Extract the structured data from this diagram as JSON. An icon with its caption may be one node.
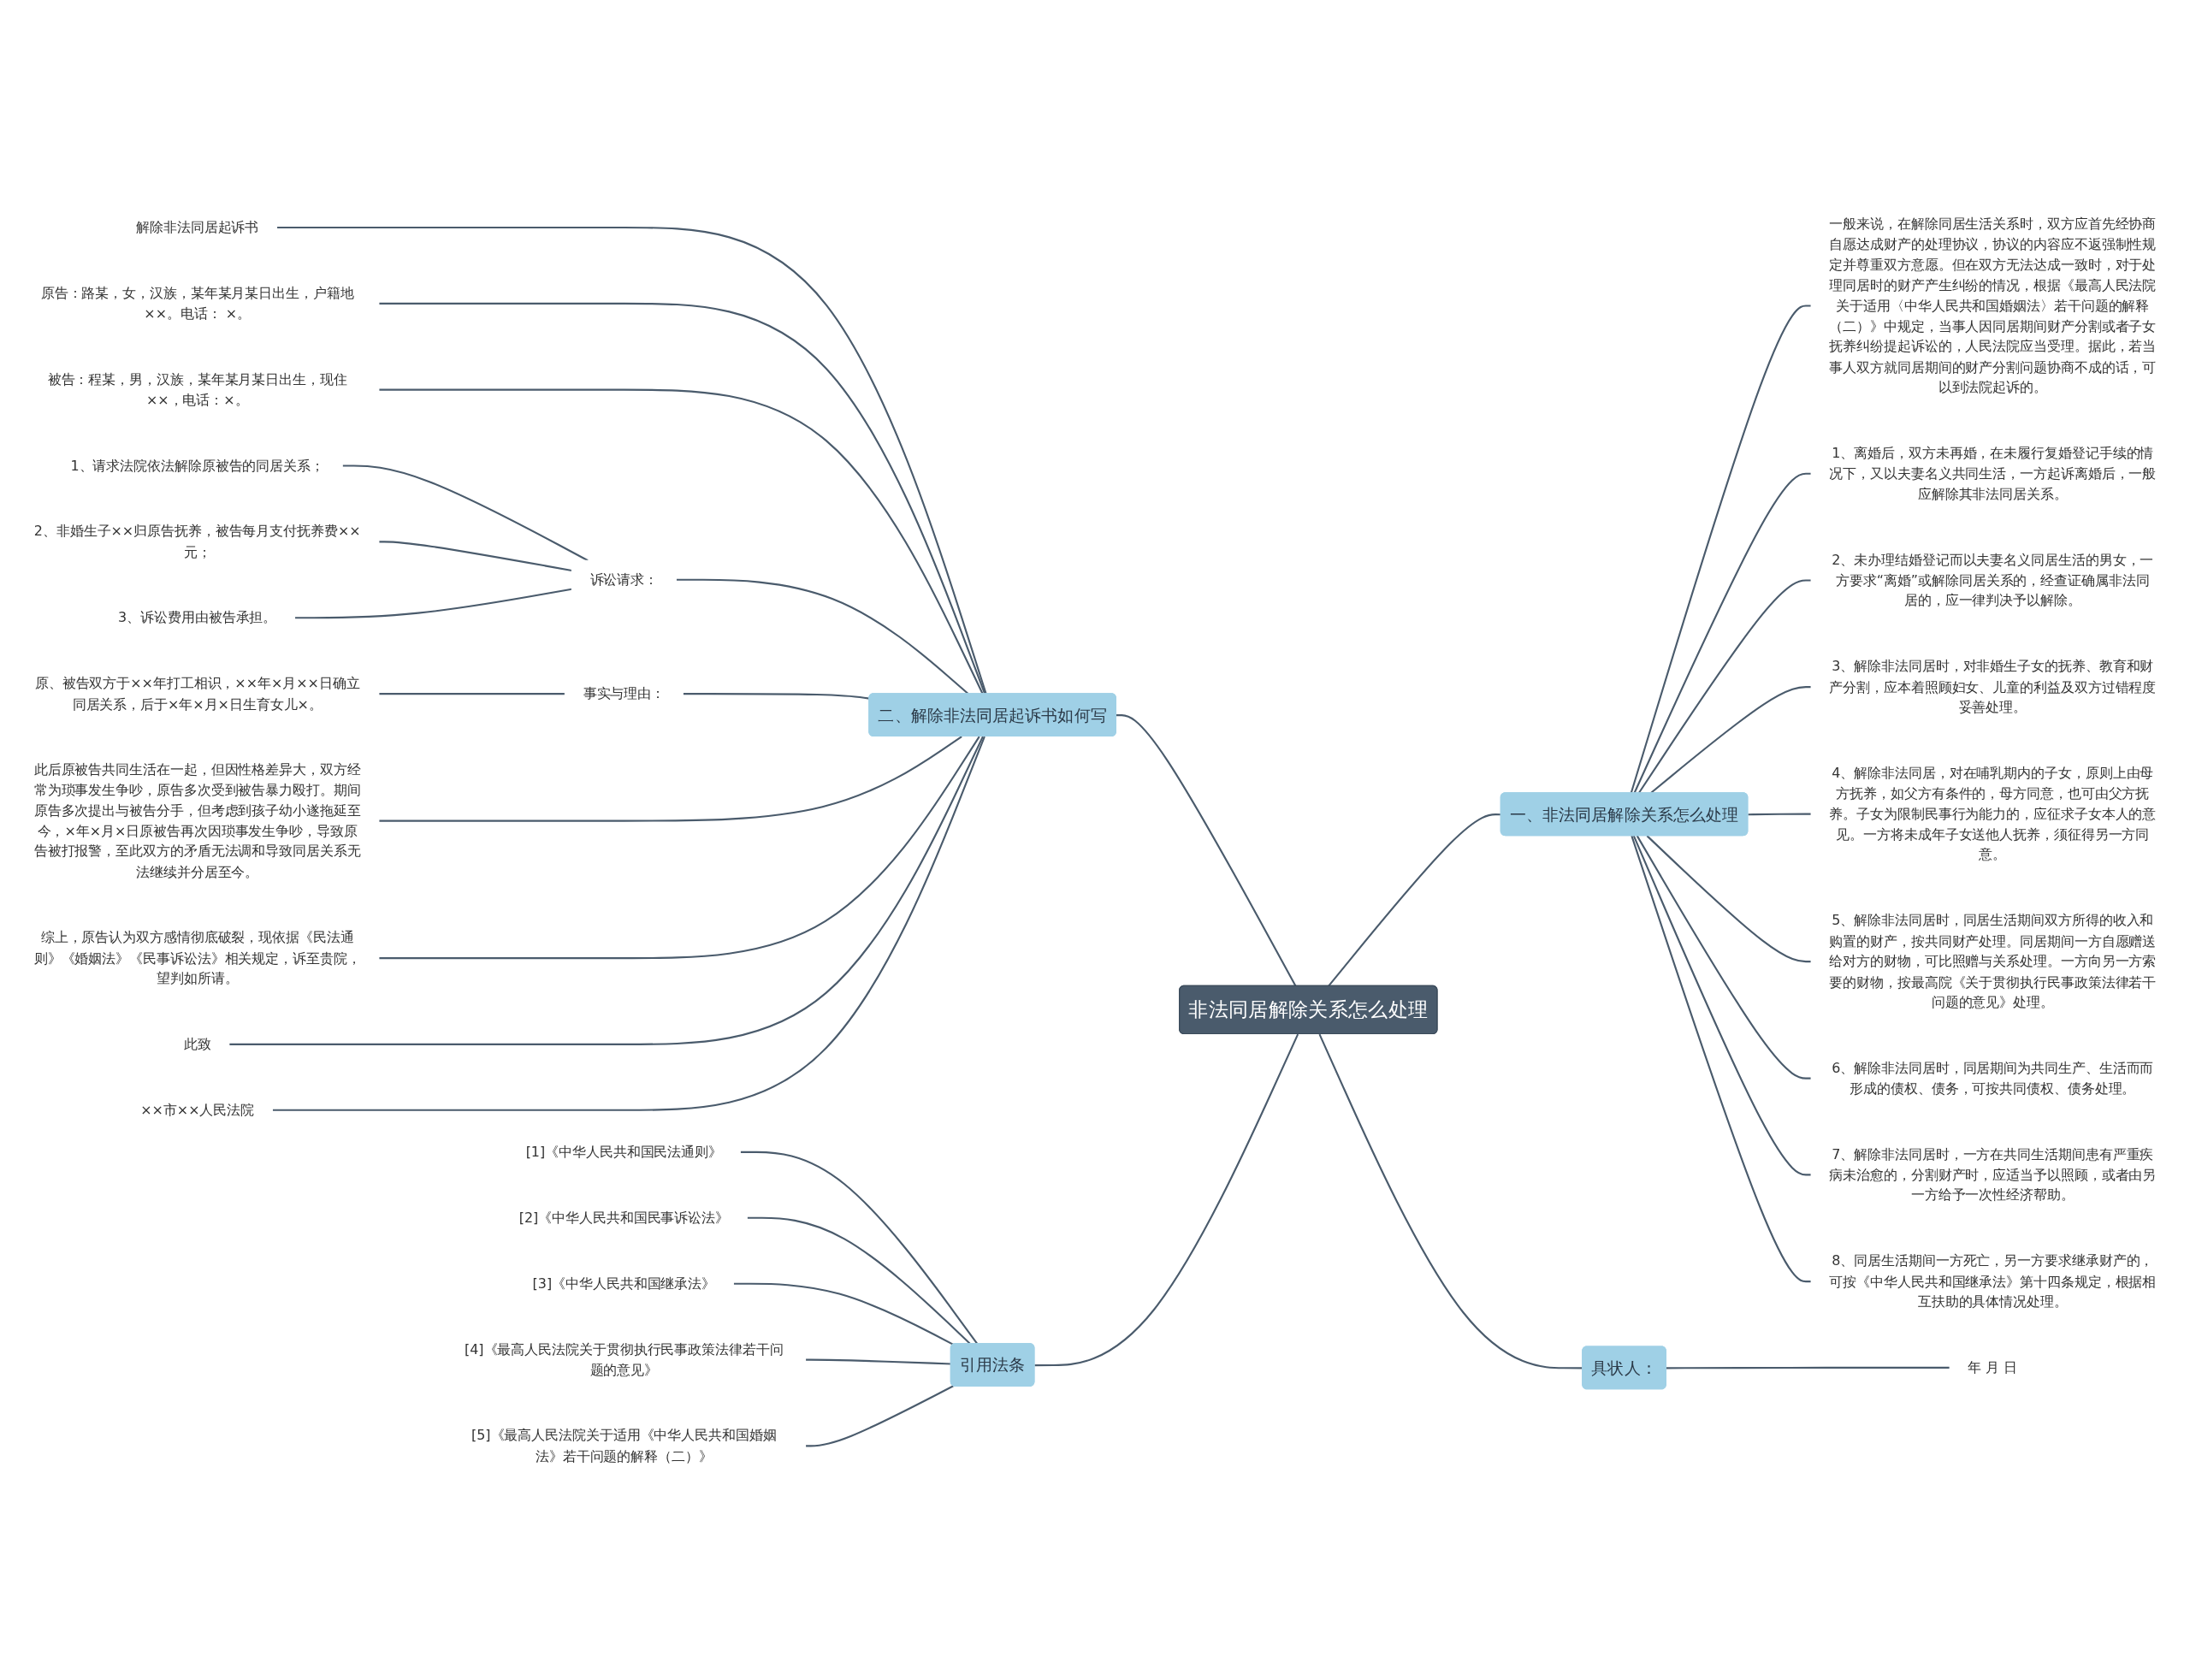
{
  "diagram": {
    "nodes": [
      {
        "text": [
          "非法同居解除关系怎么处理"
        ]
      },
      {
        "text": [
          "二、解除非法同居起诉书如何写"
        ]
      },
      {
        "text": [
          "解除非法同居起诉书"
        ]
      },
      {
        "text": [
          "原告：路某，女，汉族，某年某月某日出生，户籍地××。电话： ×。"
        ]
      },
      {
        "text": [
          "被告：程某，男，汉族，某年某月某日出生，现住××，电话：×。"
        ]
      },
      {
        "text": [
          "诉讼请求："
        ]
      },
      {
        "text": [
          "1、请求法院依法解除原被告的同居关系；"
        ]
      },
      {
        "text": [
          "2、非婚生子××归原告抚养，被告每月支付抚养费××元；"
        ]
      },
      {
        "text": [
          "3、诉讼费用由被告承担。"
        ]
      },
      {
        "text": [
          "事实与理由："
        ]
      },
      {
        "text": [
          "原、被告双方于××年打工相识，××年×月××日确立同居关系，后于×年×月×日生育女儿×。"
        ]
      },
      {
        "text": [
          "此后原被告共同生活在一起，但因性格差异大，双方经常为琐事发生争吵，原告多次受到被告暴力殴打。期间原告多次提出与被告分手，但考虑到孩子幼小遂拖延至今，×年×月×日原被告再次因琐事发生争吵，导致原告被打报警，至此双方的矛盾无法调和导致同居关系无法继续并分居至今。"
        ]
      },
      {
        "text": [
          "综上，原告认为双方感情彻底破裂，现依据《民法通则》《婚姻法》《民事诉讼法》相关规定，诉至贵院，望判如所请。"
        ]
      },
      {
        "text": [
          "此致"
        ]
      },
      {
        "text": [
          "××市××人民法院"
        ]
      },
      {
        "text": [
          "引用法条"
        ]
      },
      {
        "text": [
          "[1]《中华人民共和国民法通则》"
        ]
      },
      {
        "text": [
          "[2]《中华人民共和国民事诉讼法》"
        ]
      },
      {
        "text": [
          "[3]《中华人民共和国继承法》"
        ]
      },
      {
        "text": [
          "[4]《最高人民法院关于贯彻执行民事政策法律若干问题的意见》"
        ]
      },
      {
        "text": [
          "[5]《最高人民法院关于适用《中华人民共和国婚姻法》若干问题的解释（二）》"
        ]
      },
      {
        "text": [
          "一、非法同居解除关系怎么处理"
        ]
      },
      {
        "text": [
          "一般来说，在解除同居生活关系时，双方应首先经协商自愿达成财产的处理协议，协议的内容应不返强制性规定并尊重双方意愿。但在双方无法达成一致时，对于处理同居时的财产产生纠纷的情况，根据《最高人民法院关于适用〈中华人民共和国婚姻法〉若干问题的解释（二）》中规定，当事人因同居期间财产分割或者子女抚养纠纷提起诉讼的，人民法院应当受理。据此，若当事人双方就同居期间的财产分割问题协商不成的话，可以到法院起诉的。"
        ]
      },
      {
        "text": [
          "1、离婚后，双方未再婚，在未履行复婚登记手续的情况下，又以夫妻名义共同生活，一方起诉离婚后，一般应解除其非法同居关系。"
        ]
      },
      {
        "text": [
          "2、未办理结婚登记而以夫妻名义同居生活的男女，一方要求“离婚”或解除同居关系的，经查证确属非法同居的，应一律判决予以解除。"
        ]
      },
      {
        "text": [
          "3、解除非法同居时，对非婚生子女的抚养、教育和财产分割，应本着照顾妇女、儿童的利益及双方过错程度妥善处理。"
        ]
      },
      {
        "text": [
          "4、解除非法同居，对在哺乳期内的子女，原则上由母方抚养，如父方有条件的，母方同意，也可由父方抚养。子女为限制民事行为能力的，应征求子女本人的意见。一方将未成年子女送他人抚养，须征得另一方同意。"
        ]
      },
      {
        "text": [
          "5、解除非法同居时，同居生活期间双方所得的收入和购置的财产，按共同财产处理。同居期间一方自愿赠送给对方的财物，可比照赠与关系处理。一方向另一方索要的财物，按最高院《关于贯彻执行民事政策法律若干问题的意见》处理。"
        ]
      },
      {
        "text": [
          "6、解除非法同居时，同居期间为共同生产、生活而而形成的债权、债务，可按共同债权、债务处理。"
        ]
      },
      {
        "text": [
          "7、解除非法同居时，一方在共同生活期间患有严重疾病未治愈的，分割财产时，应适当予以照顾，或者由另一方给予一次性经济帮助。"
        ]
      },
      {
        "text": [
          "8、同居生活期间一方死亡，另一方要求继承财产的，可按《中华人民共和国继承法》第十四条规定，根据相互扶助的具体情况处理。"
        ]
      },
      {
        "text": [
          "具状人："
        ]
      },
      {
        "text": [
          "年 月 日"
        ]
      }
    ],
    "edges": [
      {
        "from": 1,
        "to": 0,
        "arrow": "none"
      },
      {
        "from": 2,
        "to": 1,
        "arrow": "none"
      },
      {
        "from": 3,
        "to": 1,
        "arrow": "none"
      },
      {
        "from": 4,
        "to": 1,
        "arrow": "none"
      },
      {
        "from": 5,
        "to": 1,
        "arrow": "none"
      },
      {
        "from": 6,
        "to": 5,
        "arrow": "none"
      },
      {
        "from": 7,
        "to": 5,
        "arrow": "none"
      },
      {
        "from": 8,
        "to": 5,
        "arrow": "none"
      },
      {
        "from": 9,
        "to": 1,
        "arrow": "none"
      },
      {
        "from": 10,
        "to": 9,
        "arrow": "none"
      },
      {
        "from": 11,
        "to": 1,
        "arrow": "none"
      },
      {
        "from": 12,
        "to": 1,
        "arrow": "none"
      },
      {
        "from": 13,
        "to": 1,
        "arrow": "none"
      },
      {
        "from": 14,
        "to": 1,
        "arrow": "none"
      },
      {
        "from": 15,
        "to": 0,
        "arrow": "none"
      },
      {
        "from": 16,
        "to": 15,
        "arrow": "none"
      },
      {
        "from": 17,
        "to": 15,
        "arrow": "none"
      },
      {
        "from": 18,
        "to": 15,
        "arrow": "none"
      },
      {
        "from": 19,
        "to": 15,
        "arrow": "none"
      },
      {
        "from": 20,
        "to": 15,
        "arrow": "none"
      },
      {
        "from": 0,
        "to": 21,
        "arrow": "none"
      },
      {
        "from": 21,
        "to": 22,
        "arrow": "none"
      },
      {
        "from": 21,
        "to": 23,
        "arrow": "none"
      },
      {
        "from": 21,
        "to": 24,
        "arrow": "none"
      },
      {
        "from": 21,
        "to": 25,
        "arrow": "none"
      },
      {
        "from": 21,
        "to": 26,
        "arrow": "none"
      },
      {
        "from": 21,
        "to": 27,
        "arrow": "none"
      },
      {
        "from": 21,
        "to": 28,
        "arrow": "none"
      },
      {
        "from": 21,
        "to": 29,
        "arrow": "none"
      },
      {
        "from": 21,
        "to": 30,
        "arrow": "none"
      },
      {
        "from": 0,
        "to": 31,
        "arrow": "none"
      },
      {
        "from": 31,
        "to": 32,
        "arrow": "none"
      }
    ]
  }
}
